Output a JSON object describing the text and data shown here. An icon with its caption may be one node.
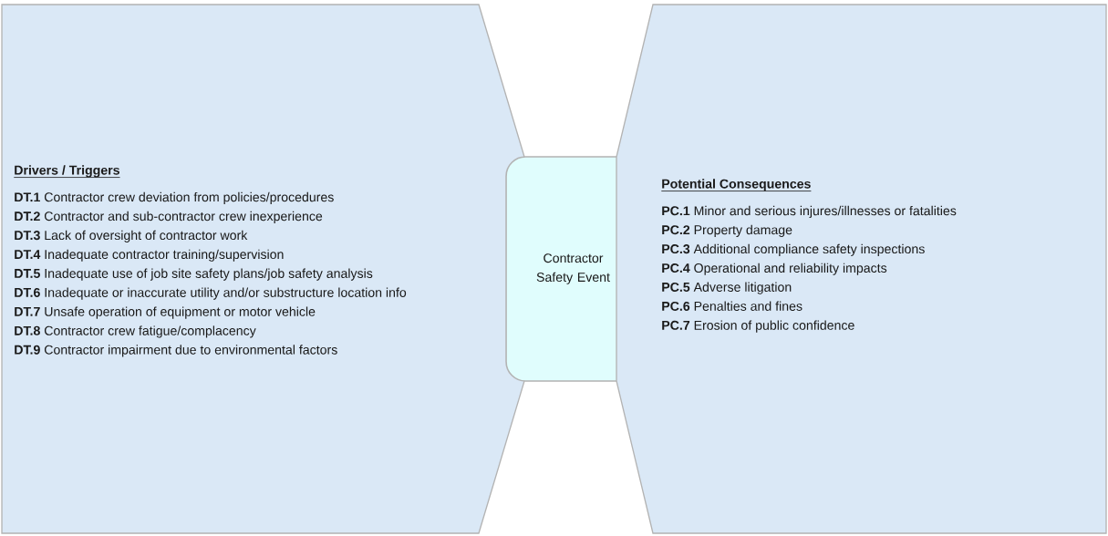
{
  "diagram": {
    "nodes": [
      {
        "text": [
          "Drivers / Triggers",
          "**DT.1** Contractor crew deviation from policies/procedures",
          "**DT.2** Contractor and sub-contractor crew inexperience",
          "**DT.3** Lack of oversight of contractor work",
          "**DT.4** Inadequate contractor training/supervision",
          "**DT.5** Inadequate use of job site safety plans/job safety analysis",
          "**DT.6** Inadequate or inaccurate utility and/or substructure location info",
          "**DT.7** Unsafe operation of equipment or motor vehicle",
          "**DT.8** Contractor crew fatigue/complacency",
          "**DT.9** Contractor impairment due to environmental factors"
        ]
      },
      {
        "text": [
          "Contractor Safety Event"
        ]
      },
      {
        "text": [
          "Potential Consequences",
          "**PC.1** Minor and serious injures/illnesses or fatalities",
          "**PC.2** Property damage",
          "**PC.3** Additional compliance safety inspections",
          "**PC.4** Operational and reliability impacts",
          "**PC.5** Adverse litigation",
          "**PC.6** Penalties and fines",
          "**PC.7** Erosion of public confidence"
        ]
      }
    ]
  }
}
